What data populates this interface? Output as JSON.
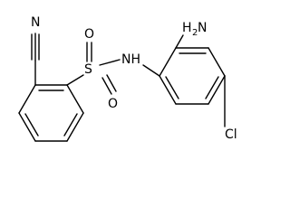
{
  "molecule": {
    "atoms": {
      "nitrile_n": "N",
      "sulfonyl_s": "S",
      "oxygen_top": "O",
      "oxygen_bottom": "O",
      "amide_nh": "NH",
      "amine_n": "H",
      "amine_n_sub": "2",
      "amine_n_end": "N",
      "chlorine": "Cl"
    }
  }
}
